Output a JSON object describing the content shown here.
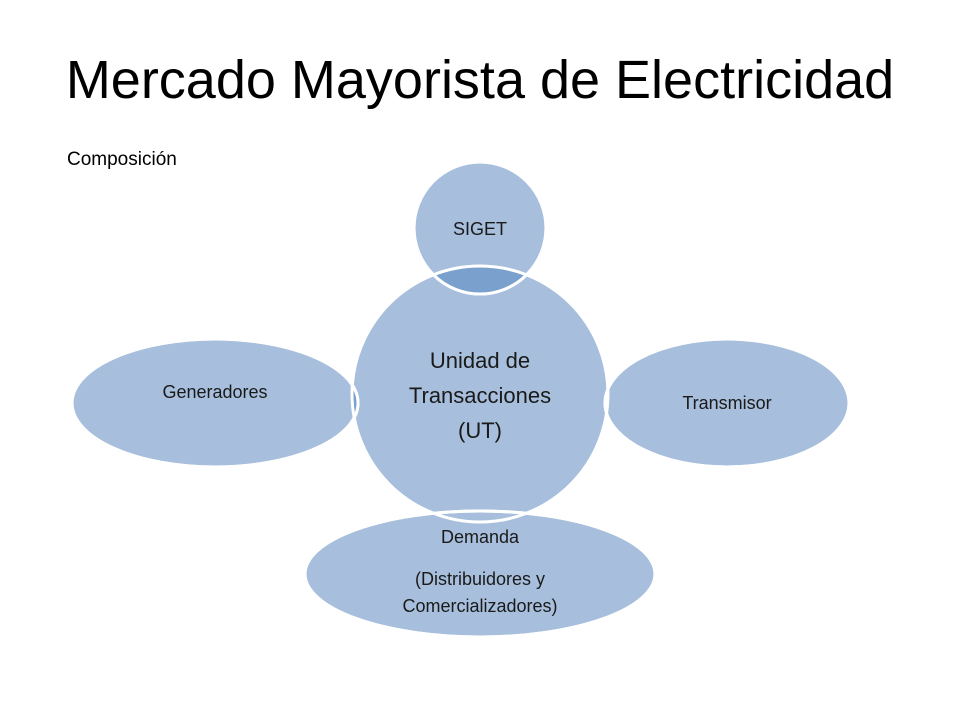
{
  "title": "Mercado Mayorista de Electricidad",
  "subtitle": "Composición",
  "colors": {
    "center_fill": "#a7bfdc",
    "satellite_fill": "#a7bfdc",
    "overlap_fill": "#7aa0cd",
    "stroke": "#ffffff",
    "text": "#1a1a1a"
  },
  "diagram": {
    "center": {
      "lines": [
        "Unidad de",
        "Transacciones",
        "(UT)"
      ]
    },
    "nodes": {
      "siget": {
        "lines": [
          "SIGET"
        ]
      },
      "transmisor": {
        "lines": [
          "Transmisor"
        ]
      },
      "demanda": {
        "lines": [
          "Demanda",
          "(Distribuidores y",
          "Comercializadores)"
        ]
      },
      "generadores": {
        "lines": [
          "Generadores"
        ]
      }
    }
  }
}
